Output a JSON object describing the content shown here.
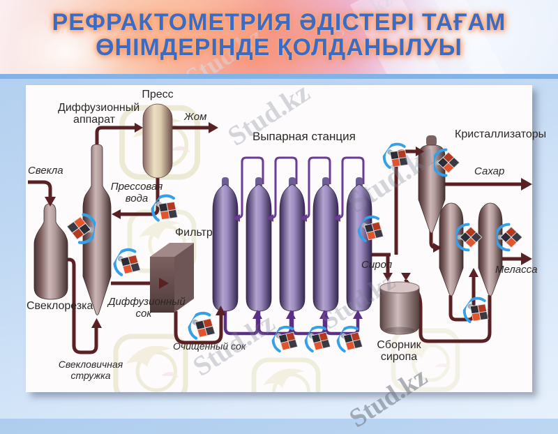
{
  "header": {
    "title_line1": "РЕФРАКТОМЕТРИЯ ӘДІСТЕРІ ТАҒАМ",
    "title_line2": "ӨНІМДЕРІНДЕ ҚОЛДАНЫЛУЫ"
  },
  "watermark": {
    "text": "Stud.kz"
  },
  "diagram": {
    "labels": {
      "svekla": "Свекла",
      "diffusion_apparatus": "Диффузионный аппарат",
      "press": "Пресс",
      "zhom": "Жом",
      "press_water": "Прессовая вода",
      "filter": "Фильтр",
      "beet_cutter": "Свеклорезка",
      "diffusion_juice": "Диффузионный сок",
      "beet_chips": "Свекловичная стружка",
      "purified_juice": "Очищенный сок",
      "evaporation_station": "Выпарная станция",
      "syrup": "Сироп",
      "syrup_collector": "Сборник сиропа",
      "crystallizers": "Кристаллизаторы",
      "sugar": "Сахар",
      "molasses": "Меласса"
    },
    "colors": {
      "pipe": "#5a2124",
      "vapor_pipe": "#6b3a99",
      "juice_pipe": "#5c2f86",
      "vessel_brown_dark": "#4a3232",
      "vessel_brown_light": "#cbb6b6",
      "column_purple_dark": "#3a2b58",
      "column_purple_light": "#b3a3d0",
      "pump_orange": "#e2542c",
      "pump_dark": "#2c2c34",
      "pump_blue": "#35a0e8",
      "title_blue": "#3a6cc6",
      "title_glow": "#ffb080",
      "background_blue": "#a8c8ea",
      "panel_white": "#fdfbfc"
    }
  }
}
